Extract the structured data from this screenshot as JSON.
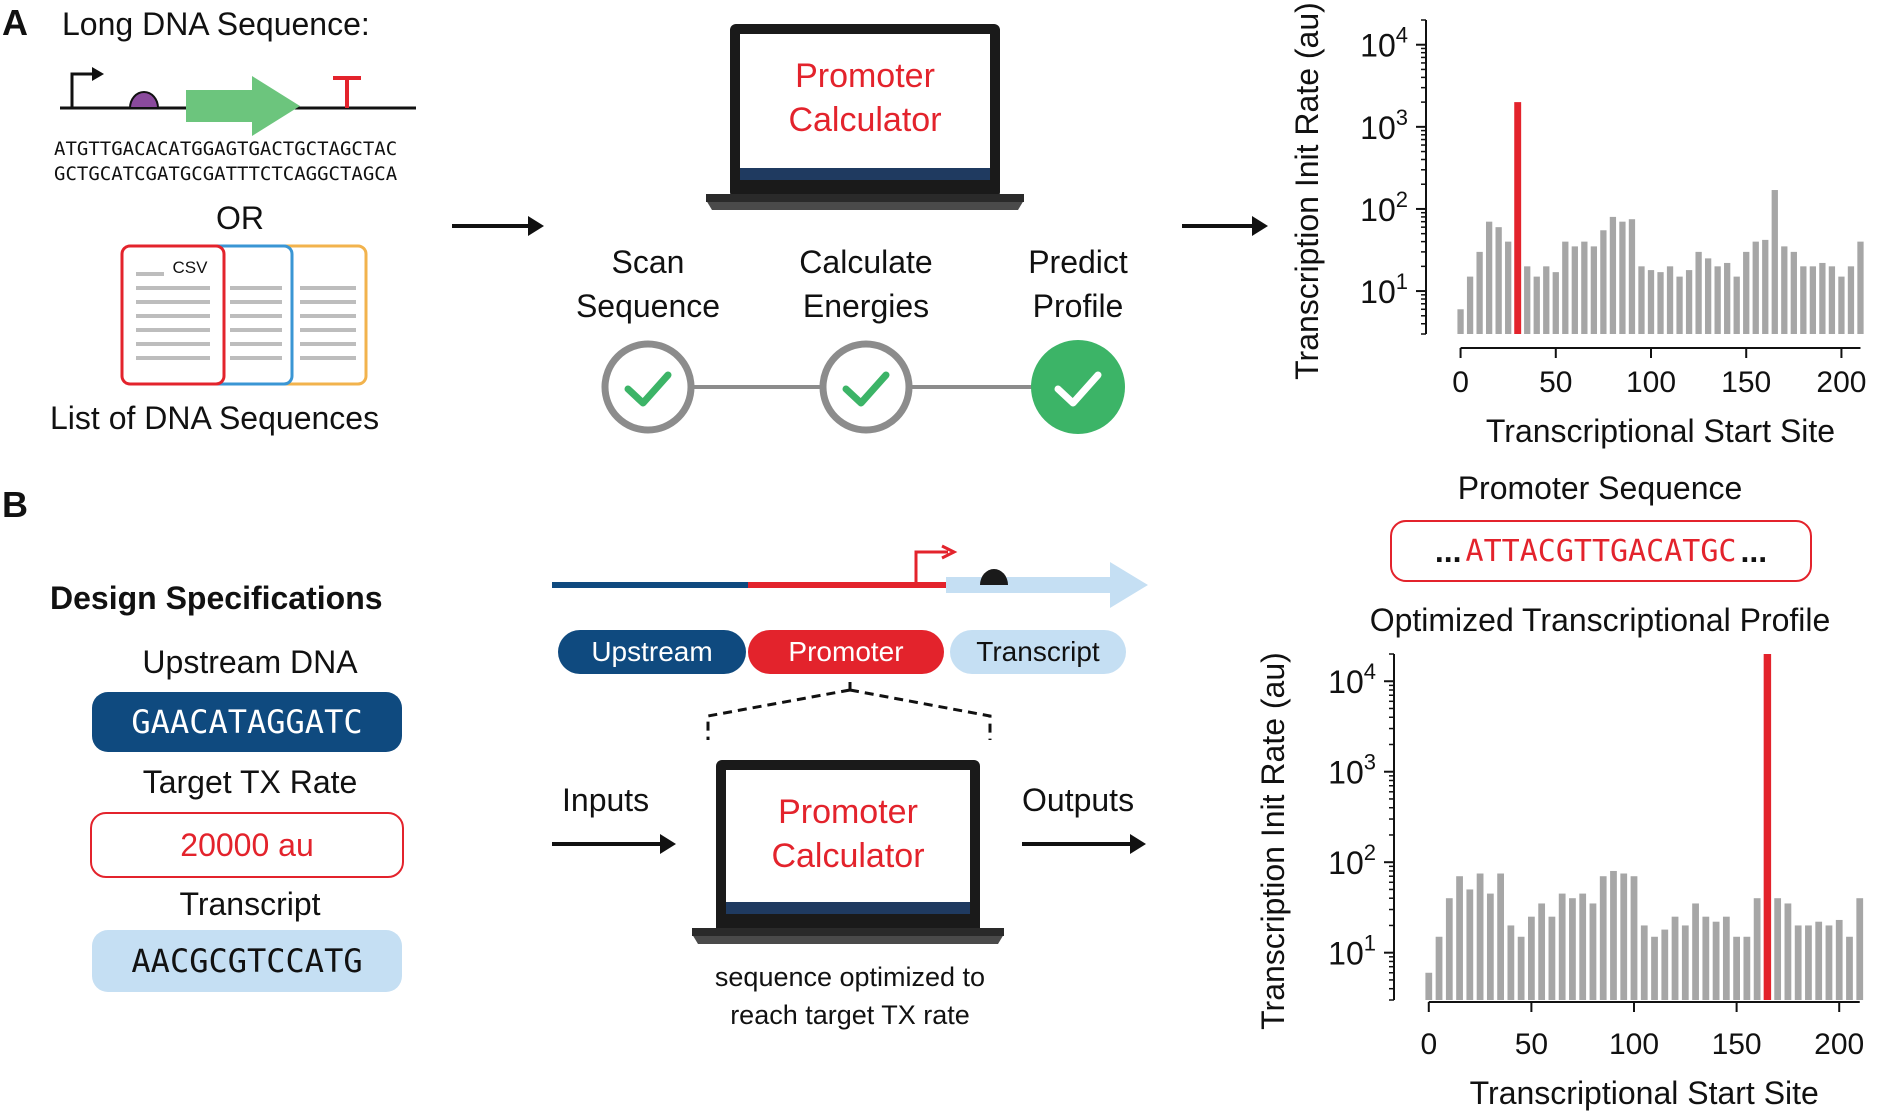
{
  "panel_a": {
    "letter": "A",
    "long_dna_title": "Long DNA Sequence:",
    "dna_line1": "ATGTTGACACATGGAGTGACTGCTAGCTAC",
    "dna_line2": "GCTGCATCGATGCGATTTCTCAGGCTAGCA",
    "or_label": "OR",
    "csv_label": "CSV",
    "list_label": "List of DNA Sequences",
    "laptop_title_line1": "Promoter",
    "laptop_title_line2": "Calculator",
    "steps": [
      {
        "line1": "Scan",
        "line2": "Sequence"
      },
      {
        "line1": "Calculate",
        "line2": "Energies"
      },
      {
        "line1": "Predict",
        "line2": "Profile"
      }
    ]
  },
  "panel_b": {
    "letter": "B",
    "design_title": "Design Specifications",
    "upstream_label": "Upstream DNA",
    "upstream_seq": "GAACATAGGATC",
    "target_label": "Target TX Rate",
    "target_value": "20000 au",
    "transcript_label": "Transcript",
    "transcript_seq": "AACGCGTCCATG",
    "segments": [
      "Upstream",
      "Promoter",
      "Transcript"
    ],
    "inputs_label": "Inputs",
    "outputs_label": "Outputs",
    "laptop_title_line1": "Promoter",
    "laptop_title_line2": "Calculator",
    "caption_line1": "sequence optimized to",
    "caption_line2": "reach target TX rate",
    "promoter_seq_title": "Promoter Sequence",
    "promoter_seq": "ATTACGTTGACATGC",
    "ellipsis": "...",
    "profile_title": "Optimized Transcriptional Profile"
  },
  "colors": {
    "red": "#e3232c",
    "dark_blue": "#0f4a7f",
    "light_blue": "#c5dff3",
    "green": "#3cb467",
    "gray_bar": "#a6a6a6",
    "purple": "#8a4a9c",
    "arrow_green": "#6cc57d",
    "csv_blue": "#3a96d4",
    "csv_orange": "#f2b34d"
  },
  "chart_data": [
    {
      "type": "bar",
      "xlabel": "Transcriptional Start Site",
      "ylabel": "Transcription Init Rate (au)",
      "y_scale": "log",
      "ylim": [
        3,
        20000
      ],
      "xlim": [
        -15,
        215
      ],
      "x_ticks": [
        "0",
        "50",
        "100",
        "150",
        "200"
      ],
      "y_ticks": [
        "10^1",
        "10^2",
        "10^3",
        "10^4"
      ],
      "x": [
        0,
        5,
        10,
        15,
        20,
        25,
        30,
        35,
        40,
        45,
        50,
        55,
        60,
        65,
        70,
        75,
        80,
        85,
        90,
        95,
        100,
        105,
        110,
        115,
        120,
        125,
        130,
        135,
        140,
        145,
        150,
        155,
        160,
        165,
        170,
        175,
        180,
        185,
        190,
        195,
        200,
        205,
        210
      ],
      "values": [
        6,
        15,
        30,
        70,
        60,
        40,
        75,
        20,
        15,
        20,
        17,
        40,
        35,
        40,
        35,
        55,
        80,
        70,
        75,
        20,
        18,
        17,
        20,
        15,
        18,
        30,
        25,
        20,
        22,
        15,
        30,
        40,
        42,
        170,
        35,
        30,
        20,
        20,
        22,
        20,
        15,
        20,
        40
      ],
      "highlight": {
        "x": 30,
        "value": 2000
      }
    },
    {
      "type": "bar",
      "xlabel": "Transcriptional Start Site",
      "ylabel": "Transcription Init Rate (au)",
      "y_scale": "log",
      "ylim": [
        3,
        20000
      ],
      "xlim": [
        -15,
        215
      ],
      "x_ticks": [
        "0",
        "50",
        "100",
        "150",
        "200"
      ],
      "y_ticks": [
        "10^1",
        "10^2",
        "10^3",
        "10^4"
      ],
      "x": [
        0,
        5,
        10,
        15,
        20,
        25,
        30,
        35,
        40,
        45,
        50,
        55,
        60,
        65,
        70,
        75,
        80,
        85,
        90,
        95,
        100,
        105,
        110,
        115,
        120,
        125,
        130,
        135,
        140,
        145,
        150,
        155,
        160,
        165,
        170,
        175,
        180,
        185,
        190,
        195,
        200,
        205,
        210
      ],
      "values": [
        6,
        15,
        40,
        70,
        50,
        75,
        45,
        75,
        20,
        15,
        25,
        35,
        25,
        45,
        40,
        45,
        35,
        70,
        80,
        75,
        70,
        20,
        15,
        18,
        25,
        20,
        35,
        25,
        22,
        25,
        15,
        15,
        40,
        30,
        40,
        35,
        20,
        20,
        22,
        20,
        23,
        15,
        40
      ],
      "highlight": {
        "x": 165,
        "value": 20000
      }
    }
  ]
}
